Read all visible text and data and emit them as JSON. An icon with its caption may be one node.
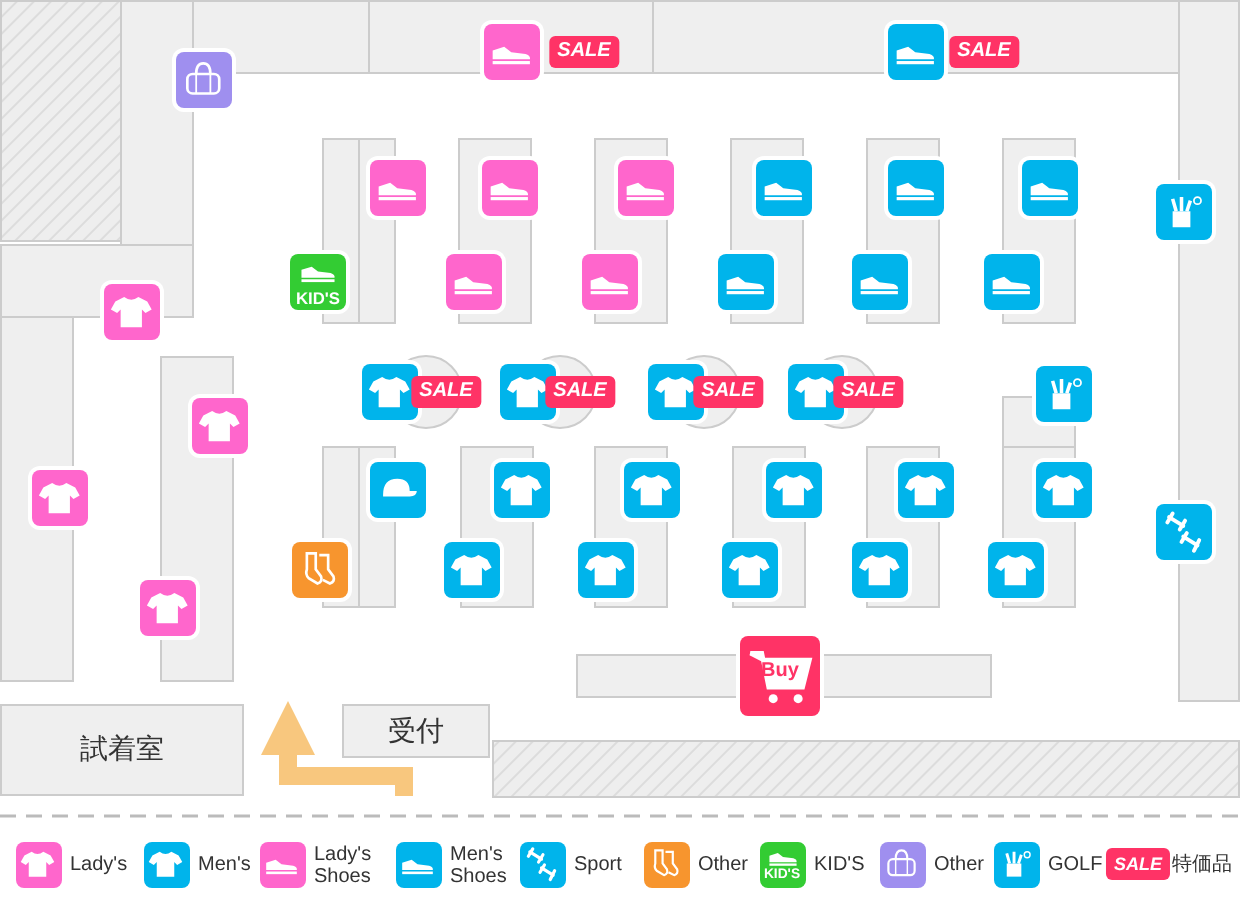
{
  "diagram": {
    "nodes": [
      {
        "text": [
          "試着室"
        ]
      },
      {
        "text": [
          "受付"
        ]
      }
    ],
    "labels": [
      "SALE",
      "SALE",
      "KID'S",
      "SALE",
      "SALE",
      "SALE",
      "SALE",
      "Buy",
      "KID'S",
      "SALE"
    ],
    "legend": [
      {
        "text": "Lady's"
      },
      {
        "text": "Men's"
      },
      {
        "text": "Lady's Shoes"
      },
      {
        "text": "Men's Shoes"
      },
      {
        "text": "Sport"
      },
      {
        "text": "Other"
      },
      {
        "text": "KID'S"
      },
      {
        "text": "Other"
      },
      {
        "text": "GOLF"
      },
      {
        "text": "特価品"
      }
    ]
  }
}
